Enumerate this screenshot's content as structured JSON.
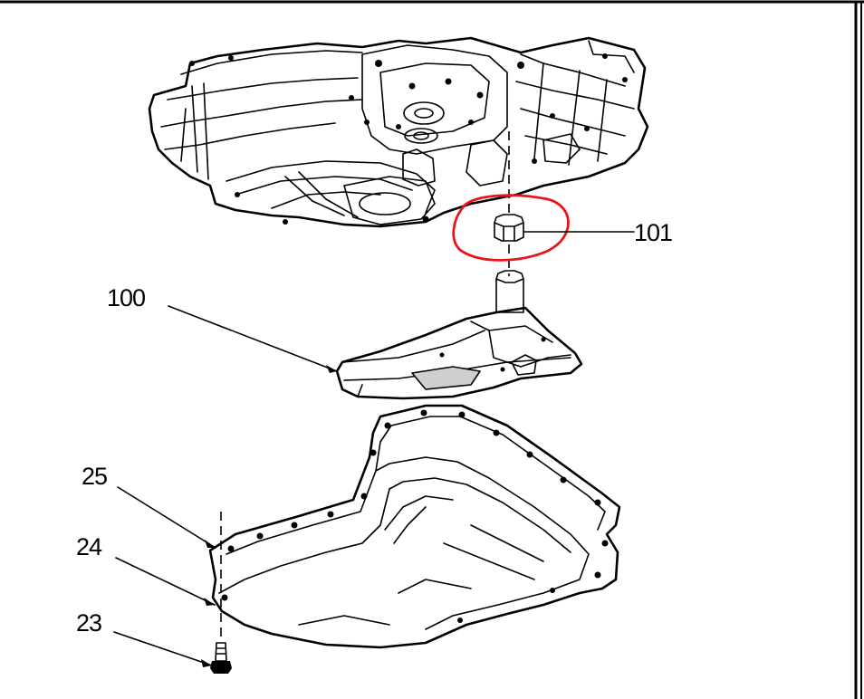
{
  "diagram": {
    "callouts": [
      {
        "id": "101",
        "label": "101"
      },
      {
        "id": "100",
        "label": "100"
      },
      {
        "id": "25",
        "label": "25"
      },
      {
        "id": "24",
        "label": "24"
      },
      {
        "id": "23",
        "label": "23"
      }
    ],
    "highlight_color": "#e8141c",
    "line_color": "#000000",
    "background": "#ffffff"
  }
}
